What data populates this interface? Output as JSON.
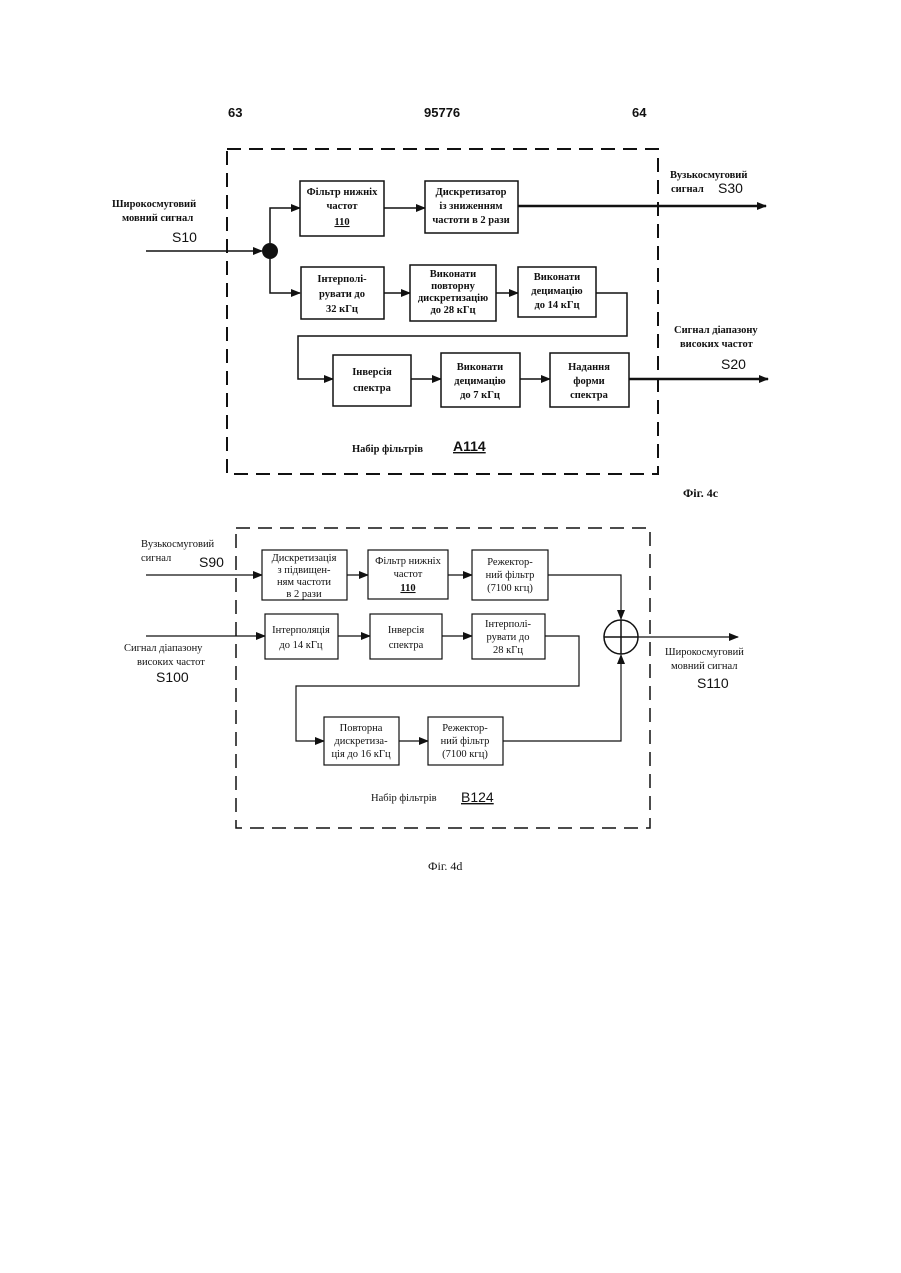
{
  "header": {
    "left": "63",
    "center": "95776",
    "right": "64"
  },
  "fig_c": {
    "caption": "Фіг. 4с",
    "bank_label": "Набір фільтрів",
    "bank_id": "A114",
    "input": {
      "line1": "Широкосмуговий",
      "line2": "мовний сигнал",
      "id": "S10"
    },
    "out_narrow": {
      "line1": "Вузькосмуговий",
      "line2": "сигнал",
      "id": "S30"
    },
    "out_high": {
      "line1": "Сигнал діапазону",
      "line2": "високих частот",
      "id": "S20"
    },
    "blocks": [
      {
        "name": "lowpass-filter-block",
        "lines": [
          "Фільтр нижніх",
          "частот"
        ],
        "id": "110"
      },
      {
        "name": "decimator-block",
        "lines": [
          "Дискретизатор",
          "із зниженням",
          "частоти в 2 рази"
        ]
      },
      {
        "name": "interpolate-32-block",
        "lines": [
          "Інтерполі-",
          "рувати до",
          "32 кГц"
        ]
      },
      {
        "name": "resample-28-block",
        "lines": [
          "Виконати",
          "повторну",
          "дискретизацію",
          "до   28 кГц"
        ]
      },
      {
        "name": "decimate-14-block",
        "lines": [
          "Виконати",
          "децимацію",
          "до 14 кГц"
        ]
      },
      {
        "name": "spectrum-inversion-block",
        "lines": [
          "Інверсія",
          "спектра"
        ]
      },
      {
        "name": "decimate-7-block",
        "lines": [
          "Виконати",
          "децимацію",
          "до 7 кГц"
        ]
      },
      {
        "name": "spectrum-shaping-block",
        "lines": [
          "Надання",
          "форми",
          "спектра"
        ]
      }
    ]
  },
  "fig_d": {
    "caption": "Фіг. 4d",
    "bank_label": "Набір фільтрів",
    "bank_id": "B124",
    "in_narrow": {
      "line1": "Вузькосмуговий",
      "line2": "сигнал",
      "id": "S90"
    },
    "in_high": {
      "line1": "Сигнал діапазону",
      "line2": "високих частот",
      "id": "S100"
    },
    "output": {
      "line1": "Широкосмуговий",
      "line2": "мовний сигнал",
      "id": "S110"
    },
    "blocks": [
      {
        "name": "upsample-block",
        "lines": [
          "Дискретизація",
          "з підвищен-",
          "ням частоти",
          "в 2 рази"
        ]
      },
      {
        "name": "lowpass-filter-block",
        "lines": [
          "Фільтр нижніх",
          "частот"
        ],
        "id": "110"
      },
      {
        "name": "notch-filter-block-top",
        "lines": [
          "Режектор-",
          "ний фільтр",
          "(7100 кгц)"
        ]
      },
      {
        "name": "interpolation-14-block",
        "lines": [
          "Інтерполяція",
          "до 14 кГц"
        ]
      },
      {
        "name": "spectrum-inversion-block",
        "lines": [
          "Інверсія",
          "спектра"
        ]
      },
      {
        "name": "interpolate-28-block",
        "lines": [
          "Інтерполі-",
          "рувати  до",
          "28 кГц"
        ]
      },
      {
        "name": "resample-16-block",
        "lines": [
          "Повторна",
          "дискретиза-",
          "ція до 16 кГц"
        ]
      },
      {
        "name": "notch-filter-block-bottom",
        "lines": [
          "Режектор-",
          "ний фільтр",
          "(7100 кгц)"
        ]
      }
    ]
  }
}
